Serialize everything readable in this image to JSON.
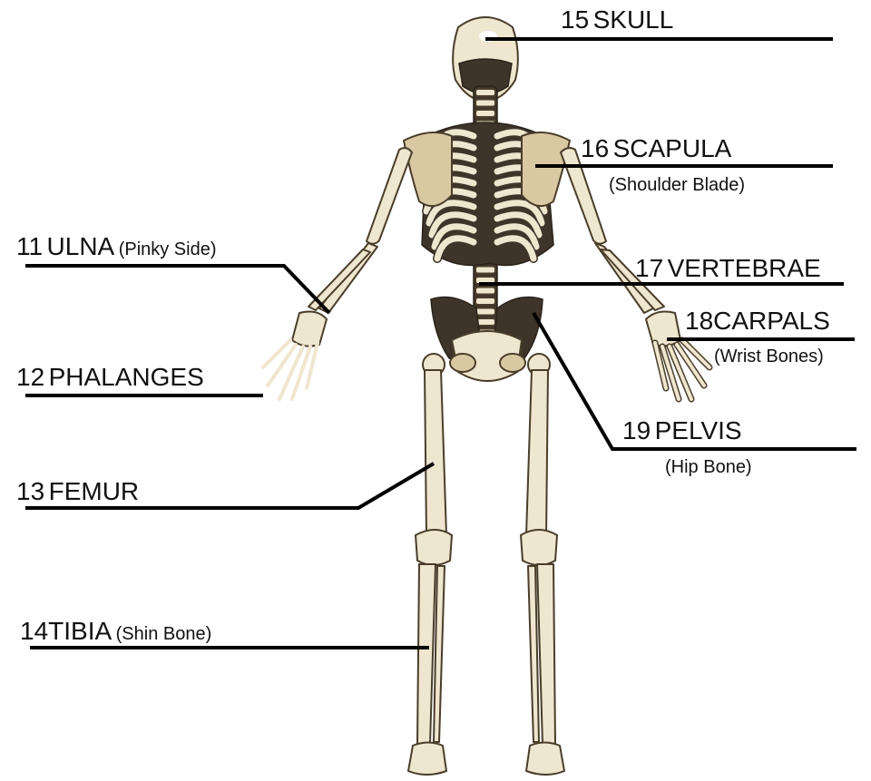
{
  "labels": [
    {
      "num": "11",
      "name": "ULNA",
      "sub": "(Pinky Side)"
    },
    {
      "num": "12",
      "name": "PHALANGES",
      "sub": ""
    },
    {
      "num": "13",
      "name": "FEMUR",
      "sub": ""
    },
    {
      "num": "14",
      "name": "TIBIA",
      "sub": "(Shin Bone)"
    },
    {
      "num": "15",
      "name": "SKULL",
      "sub": ""
    },
    {
      "num": "16",
      "name": "SCAPULA",
      "sub": "(Shoulder Blade)"
    },
    {
      "num": "17",
      "name": "VERTEBRAE",
      "sub": ""
    },
    {
      "num": "18",
      "name": "CARPALS",
      "sub": "(Wrist Bones)"
    },
    {
      "num": "19",
      "name": "PELVIS",
      "sub": "(Hip Bone)"
    }
  ]
}
